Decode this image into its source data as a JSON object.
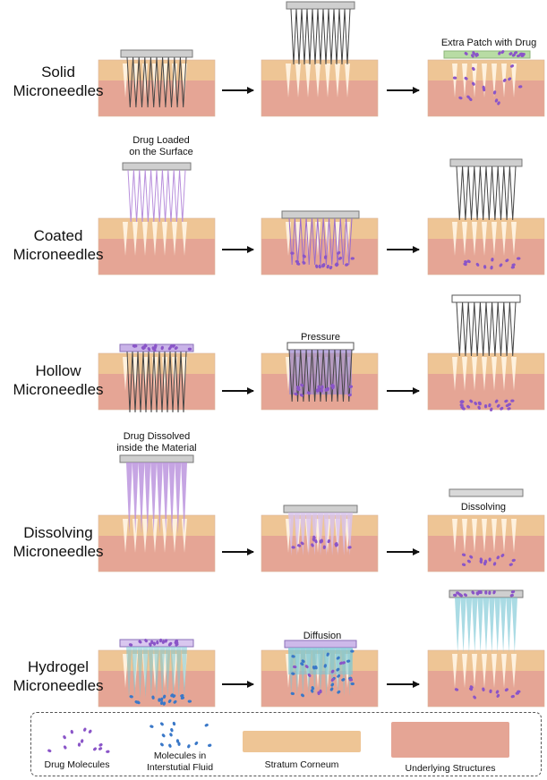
{
  "rows": [
    {
      "label_line1": "Solid",
      "label_line2": "Microneedles"
    },
    {
      "label_line1": "Coated",
      "label_line2": "Microneedles"
    },
    {
      "label_line1": "Hollow",
      "label_line2": "Microneedles"
    },
    {
      "label_line1": "Dissolving",
      "label_line2": "Microneedles"
    },
    {
      "label_line1": "Hydrogel",
      "label_line2": "Microneedles"
    }
  ],
  "annotations": {
    "extra_patch": "Extra Patch with Drug",
    "drug_loaded_line1": "Drug Loaded",
    "drug_loaded_line2": "on the Surface",
    "pressure": "Pressure",
    "drug_dissolved_line1": "Drug Dissolved",
    "drug_dissolved_line2": "inside the Material",
    "dissolving": "Dissolving",
    "diffusion": "Diffusion"
  },
  "legend": {
    "drug_molecules": "Drug Molecules",
    "interstitial_line1": "Molecules in",
    "interstitial_line2": "Interstutial Fluid",
    "stratum_corneum": "Stratum Corneum",
    "underlying": "Underlying Structures"
  },
  "colors": {
    "stratum_corneum": "#eec595",
    "underlying": "#e5a595",
    "drug_molecule": "#8a55c8",
    "interstitial_molecule": "#3a78c8",
    "hydrogel": "#7cc8d6",
    "coating": "#b88fdc",
    "patch_green": "#b8dca4",
    "base_gray": "#cfcfcf"
  },
  "icons": [
    "arrow-right-icon"
  ]
}
